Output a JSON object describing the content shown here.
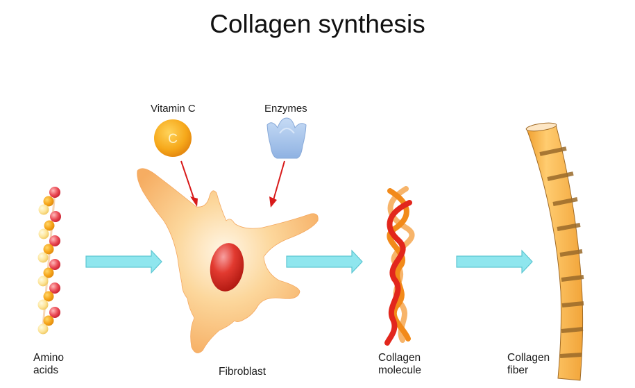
{
  "title": "Collagen synthesis",
  "labels": {
    "vitamin_c": "Vitamin C",
    "vitamin_c_symbol": "C",
    "enzymes": "Enzymes",
    "amino_acids_line1": "Amino",
    "amino_acids_line2": "acids",
    "fibroblast": "Fibroblast",
    "collagen_molecule_line1": "Collagen",
    "collagen_molecule_line2": "molecule",
    "collagen_fiber_line1": "Collagen",
    "collagen_fiber_line2": "fiber"
  },
  "colors": {
    "flow_arrow": "#8fe6ee",
    "flow_arrow_stroke": "#5cc6d2",
    "pointer_arrow": "#d81a1a",
    "vitamin_c": "#f5a81c",
    "enzyme": "#9ec0ea",
    "cell": "#fbc77a",
    "nucleus": "#d8201e",
    "amino_red": "#e8414a",
    "amino_orange": "#f6a51a",
    "amino_yellow": "#fde18a",
    "fiber": "#f8b44a",
    "fiber_band": "#9a6a2a"
  },
  "flow_steps": [
    "Amino acids",
    "Fibroblast",
    "Collagen molecule",
    "Collagen fiber"
  ]
}
